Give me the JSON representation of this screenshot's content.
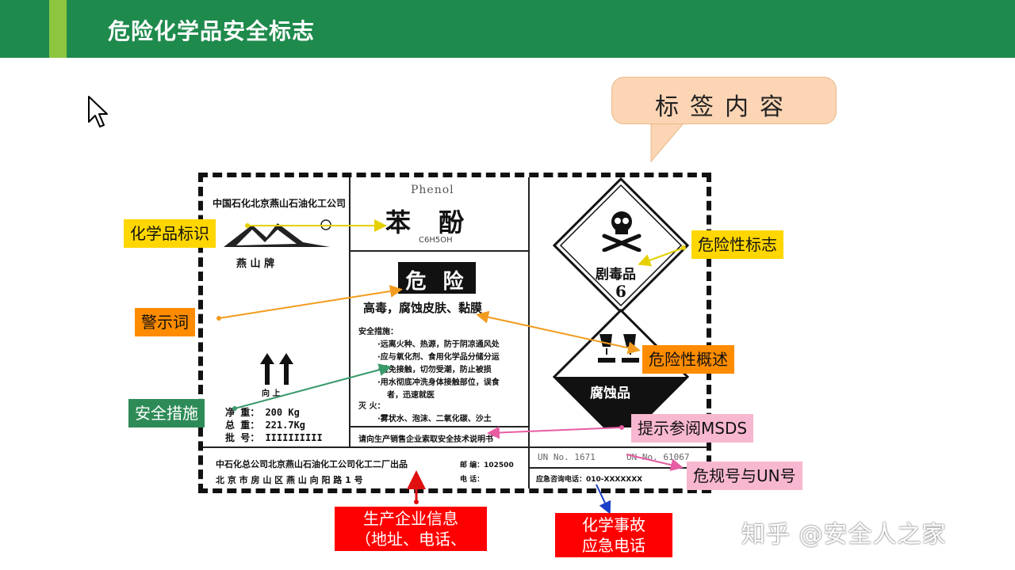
{
  "slide": {
    "title": "危险化学品安全标志"
  },
  "bubble": {
    "text": "标签内容"
  },
  "label": {
    "company_name": "中国石化北京燕山石油化工公司",
    "logo_brand": "燕 山 牌",
    "product_en": "Phenol",
    "product_cn": "苯  酚",
    "formula": "C6H5OH",
    "signal_word": "危 险",
    "hazard_summary": "高毒，腐蚀皮肤、黏膜",
    "safety_title": "安全措施：",
    "safety_lines": [
      "·远离火种、热源，防于阴凉通风处",
      "·应与氧化剂、食用化学品分储分运",
      "·避免接触，切勿受潮，防止被损",
      "·用水彻底冲洗身体接触部位，误食",
      "者，迅速就医"
    ],
    "fire_title": "灭  火：",
    "fire_line": "·雾状水、泡沫、二氧化碳、沙土",
    "msds_note": "请向生产销售企业索取安全技术说明书",
    "up_arrows_caption": "向  上",
    "net_weight": "净   重：  200 Kg",
    "gross_weight": "总   重：  221.7Kg",
    "batch_no": "批   号：  IIIIIIIIII",
    "producer_line": "中石化总公司北京燕山石油化工公司化工二厂出品",
    "address_line": "北 京 市 房 山 区 燕 山 向 阳 路 1 号",
    "postcode": "邮 编：102500",
    "phone_label": "电 话：",
    "un_no_1": "UN No.   1671",
    "un_no_2": "UN No.  61067",
    "emergency_phone": "应急咨询电话：010-XXXXXXX",
    "pictogram_toxic": "剧毒品",
    "pictogram_toxic_class": "6",
    "pictogram_corrosive": "腐蚀品"
  },
  "callouts": {
    "chemical_id": "化学品标识",
    "signal_word": "警示词",
    "safety_measures": "安全措施",
    "hazard_sign": "危险性标志",
    "hazard_overview": "危险性概述",
    "msds_ref": "提示参阅MSDS",
    "un_no": "危规号与UN号",
    "producer_info_1": "生产企业信息",
    "producer_info_2": "（地址、电话、",
    "emergency_1": "化学事故",
    "emergency_2": "应急电话"
  },
  "watermark": "知乎 @安全人之家",
  "colors": {
    "header_green": "#1e8a4c",
    "accent_lime": "#8cc63f"
  }
}
